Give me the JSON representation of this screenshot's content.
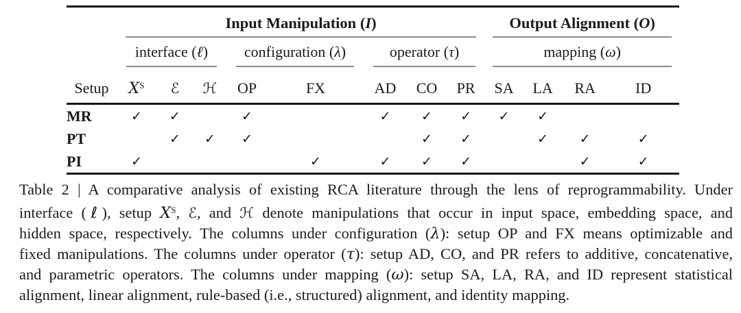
{
  "table": {
    "setup_label": "Setup",
    "groups": [
      {
        "prefix": "Input Manipulation (",
        "sym": "I",
        "suffix": ")"
      },
      {
        "prefix": "Output Alignment (",
        "sym": "O",
        "suffix": ")"
      }
    ],
    "subgroups": [
      {
        "prefix": "interface (",
        "sym": "ℓ",
        "suffix": ")"
      },
      {
        "prefix": "configuration (",
        "sym": "λ",
        "suffix": ")"
      },
      {
        "prefix": "operator (",
        "sym": "τ",
        "suffix": ")"
      },
      {
        "prefix": "mapping (",
        "sym": "ω",
        "suffix": ")"
      }
    ],
    "columns": [
      {
        "base": "X",
        "sup": "S"
      },
      {
        "base": "ℰ"
      },
      {
        "base": "ℋ"
      },
      {
        "base": "OP"
      },
      {
        "base": "FX"
      },
      {
        "base": "AD"
      },
      {
        "base": "CO"
      },
      {
        "base": "PR"
      },
      {
        "base": "SA"
      },
      {
        "base": "LA"
      },
      {
        "base": "RA"
      },
      {
        "base": "ID"
      }
    ],
    "rows": [
      {
        "label": "MR",
        "checks": [
          "✓",
          "✓",
          "",
          "✓",
          "",
          "✓",
          "✓",
          "✓",
          "✓",
          "✓",
          "",
          ""
        ]
      },
      {
        "label": "PT",
        "checks": [
          "",
          "✓",
          "✓",
          "✓",
          "",
          "",
          "✓",
          "✓",
          "",
          "✓",
          "✓",
          "✓"
        ]
      },
      {
        "label": "PI",
        "checks": [
          "✓",
          "",
          "",
          "",
          "✓",
          "✓",
          "✓",
          "✓",
          "",
          "",
          "✓",
          "✓"
        ]
      }
    ]
  },
  "caption": {
    "lines": {
      "l1": {
        "a": "Table 2 | A comparative analysis of existing RCA literature through the lens of reprogrammability. Under"
      },
      "l2": {
        "a": "interface (",
        "sym": "ℓ",
        "b": "), setup ",
        "x": "X",
        "xsup": "S",
        "c": ", ",
        "e": "ℰ",
        "d": ", and ",
        "h": "ℋ",
        "f": " denote manipulations that occur in input space, embedding space, and"
      },
      "l3": {
        "a": "hidden space, respectively. The columns under configuration (",
        "sym": "λ",
        "b": "): setup OP and FX means optimizable and"
      },
      "l4": {
        "a": "fixed manipulations. The columns under operator (",
        "sym": "τ",
        "b": "): setup AD, CO, and PR refers to additive, concatenative,"
      },
      "l5": {
        "a": "and parametric operators. The columns under mapping (",
        "sym": "ω",
        "b": "): setup SA, LA, RA, and ID represent statistical"
      },
      "l6": {
        "a": "alignment, linear alignment, rule-based (i.e., structured) alignment, and identity mapping."
      }
    }
  }
}
